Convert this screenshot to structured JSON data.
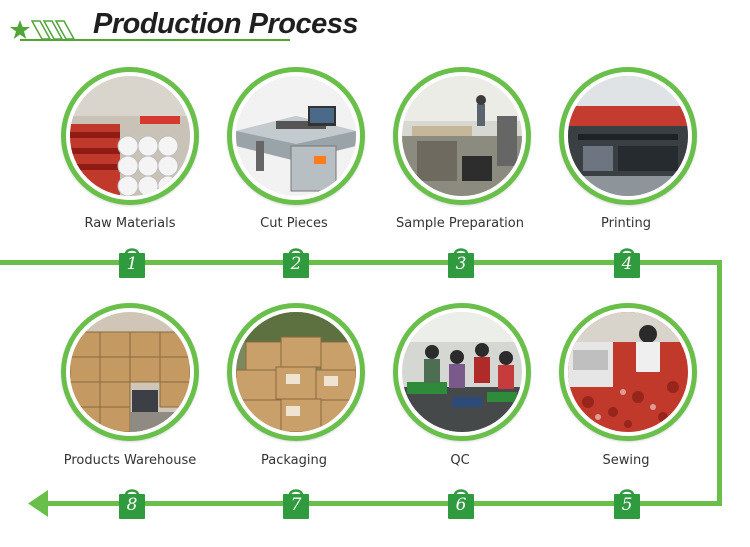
{
  "header": {
    "title": "Production Process"
  },
  "steps": [
    {
      "label": "Raw Materials",
      "number": "1"
    },
    {
      "label": "Cut Pieces",
      "number": "2"
    },
    {
      "label": "Sample Preparation",
      "number": "3"
    },
    {
      "label": "Printing",
      "number": "4"
    },
    {
      "label": "Sewing",
      "number": "5"
    },
    {
      "label": "QC",
      "number": "6"
    },
    {
      "label": "Packaging",
      "number": "7"
    },
    {
      "label": "Products Warehouse",
      "number": "8"
    }
  ],
  "colors": {
    "accent": "#6abf4b",
    "badge": "#2f9a3e",
    "title": "#1f1f1f"
  },
  "icons": {
    "badge": "shopping-bag-icon",
    "logo": "star-icon"
  }
}
